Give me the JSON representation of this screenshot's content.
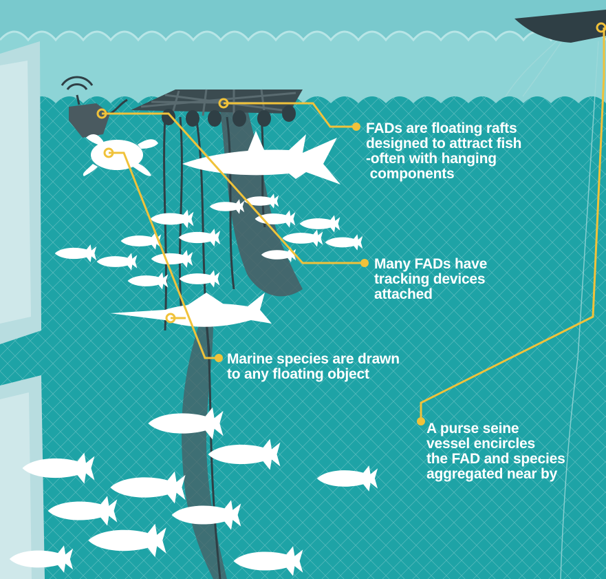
{
  "colors": {
    "ocean": "#1ea3a6",
    "surface": "#7ecfd3",
    "surface_light": "#9ddbdc",
    "callout": "#f0c23a",
    "raft": "#3b4b50",
    "fish": "#ffffff",
    "panel": "#b8dde0"
  },
  "callouts": {
    "fads": {
      "lines": [
        "FADs are floating rafts",
        "designed to attract fish",
        "-often with hanging",
        " components"
      ]
    },
    "tracking": {
      "lines": [
        "Many FADs have",
        "tracking devices",
        "attached"
      ]
    },
    "marine": {
      "lines": [
        "Marine species are drawn",
        "to any floating object"
      ]
    },
    "vessel": {
      "lines": [
        "A purse seine",
        "vessel encircles",
        "the FAD and species",
        "aggregated near by"
      ]
    }
  },
  "icons": [
    "raft-icon",
    "tracking-buoy-icon",
    "shark-icon",
    "turtle-icon",
    "marlin-icon",
    "tuna-icon",
    "vessel-icon",
    "net-icon"
  ]
}
